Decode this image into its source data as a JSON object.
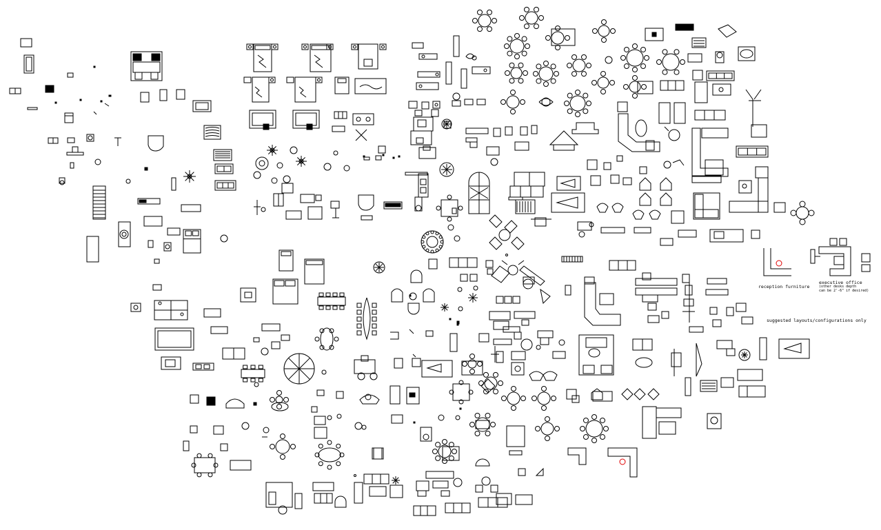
{
  "drawing": {
    "line_color": "#000000",
    "background": "#ffffff",
    "accent_color": "#e00000"
  },
  "labels": {
    "reception_furniture": "reception furniture",
    "executive_office": "executive office",
    "desk_note_1": "(other desks depth",
    "desk_note_2": "can be 2'-6\" if desired)",
    "suggested_layouts": "suggested layouts/configurations only"
  }
}
